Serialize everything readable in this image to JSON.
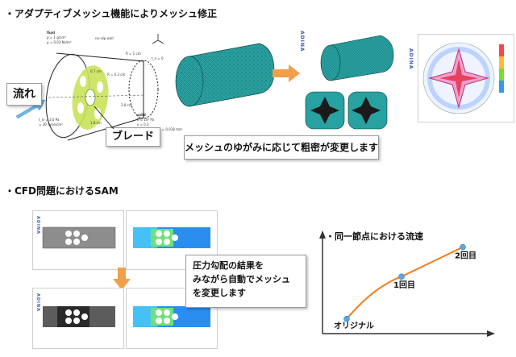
{
  "section1": {
    "title": "・アダプティブメッシュ機能によりメッシュ修正",
    "flow_label": "流れ",
    "blade_label": "ブレード",
    "remesh_caption": "メッシュのゆがみに応じて粗密が変更します",
    "adina_logo": "ADINA",
    "diagram_labels": {
      "fluid_title": "fluid",
      "fluid_props": "ρ = 1 g/cm³\nμ = 0.03 Ns/m²",
      "no_slip": "no-slip wall",
      "radius_outer": "R = 1 cm",
      "radius_inner": "R = 0.3 cm",
      "t_zero": "t_n = 0",
      "length": "3.8 cm",
      "inlet": "t_in = 3.0 Pa\n= 30 dyne/cm²",
      "solid_title": "solid",
      "solid_props": "E = 10⁹ Pa\nν = 0.3\nshell thickness = 0.018 mm",
      "dims": [
        "0.7 cm",
        "1.8 cm"
      ]
    }
  },
  "section2": {
    "title": "・CFD問題におけるSAM",
    "note_lines": [
      "圧力勾配の結果を",
      "みながら自動でメッシュ",
      "を変更します"
    ],
    "adina_logo": "ADINA"
  },
  "chart_data": {
    "type": "line",
    "title": "・同一節点における流速",
    "categories": [
      "オリジナル",
      "1回目",
      "2回目"
    ],
    "series": [
      {
        "values": [
          0.15,
          0.58,
          0.88
        ]
      }
    ],
    "xlabel": "",
    "ylabel": "",
    "ylim": [
      0,
      1
    ],
    "grid": false,
    "line_color": "#f07d1a",
    "marker_color": "#5aa7e6"
  },
  "colors": {
    "arrow_orange": "#f0a04b",
    "mesh_teal": "#2aa6a6",
    "flow_arrow": "#6db6e6",
    "adina_blue": "#3a5fb8"
  }
}
